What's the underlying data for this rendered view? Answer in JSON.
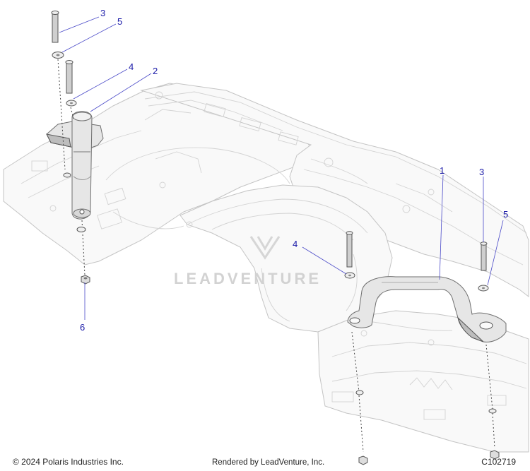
{
  "callouts": {
    "c1": "1",
    "c2": "2",
    "c3_left": "3",
    "c3_right": "3",
    "c4_left": "4",
    "c4_center": "4",
    "c5_left": "5",
    "c5_right": "5",
    "c6": "6"
  },
  "watermark": "LEADVENTURE",
  "footer": {
    "copyright": "© 2024 Polaris Industries Inc.",
    "rendered_by": "Rendered by LeadVenture, Inc.",
    "diagram_id": "C102719"
  },
  "colors": {
    "callout_text": "#1a1aa8",
    "leader_line": "#4a4ac8",
    "body_outline": "#c4c4c4",
    "part_fill": "#e6e6e6"
  }
}
